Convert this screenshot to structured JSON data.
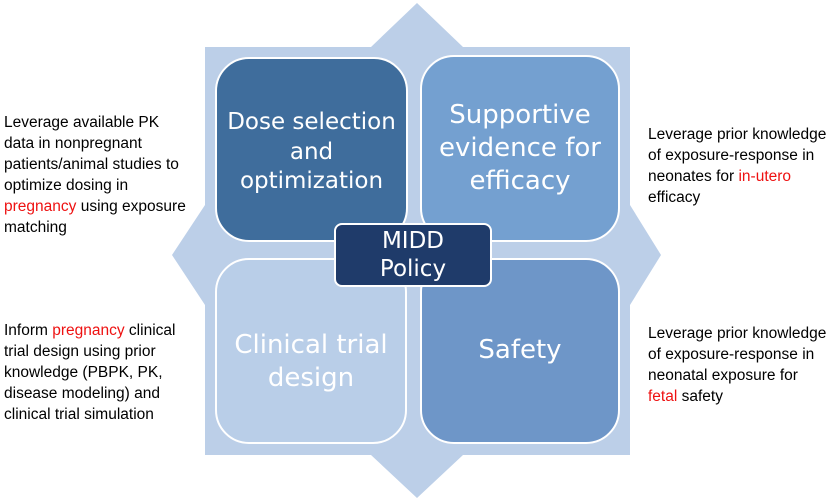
{
  "center": {
    "line1": "MIDD",
    "line2": "Policy"
  },
  "quadrants": {
    "dose": {
      "line1": "Dose selection",
      "line2": "and",
      "line3": "optimization"
    },
    "supportive": {
      "line1": "Supportive",
      "line2": "evidence for",
      "line3": "efficacy"
    },
    "clinical": {
      "line1": "Clinical trial",
      "line2": "design"
    },
    "safety": {
      "line1": "Safety"
    }
  },
  "notes": {
    "top_left": {
      "line1": "Leverage available PK",
      "line2": "data in nonpregnant",
      "line3": "patients/animal studies to",
      "line4": "optimize dosing in",
      "line5_highlight": "pregnancy",
      "line5_rest": " using exposure",
      "line6": "matching"
    },
    "bottom_left": {
      "line1_pre": "Inform ",
      "line1_highlight": "pregnancy",
      "line1_rest": " clinical",
      "line2": "trial design using prior",
      "line3": "knowledge (PBPK, PK,",
      "line4": "disease modeling) and",
      "line5": "clinical trial simulation"
    },
    "top_right": {
      "line1": "Leverage prior knowledge",
      "line2": "of exposure-response in",
      "line3_pre": "neonates for ",
      "line3_highlight": "in-utero",
      "line4": "efficacy"
    },
    "bottom_right": {
      "line1": "Leverage prior knowledge",
      "line2": "of exposure-response in",
      "line3": "neonatal exposure for",
      "line4_highlight": "fetal",
      "line4_rest": " safety"
    }
  },
  "colors": {
    "diamond": "#bccfe8",
    "dose": "#3f6d9c",
    "supportive": "#74a0d0",
    "clinical": "#b9cee8",
    "safety": "#6e96c8",
    "center": "#1f3b6a",
    "highlight": "#ee1111"
  }
}
